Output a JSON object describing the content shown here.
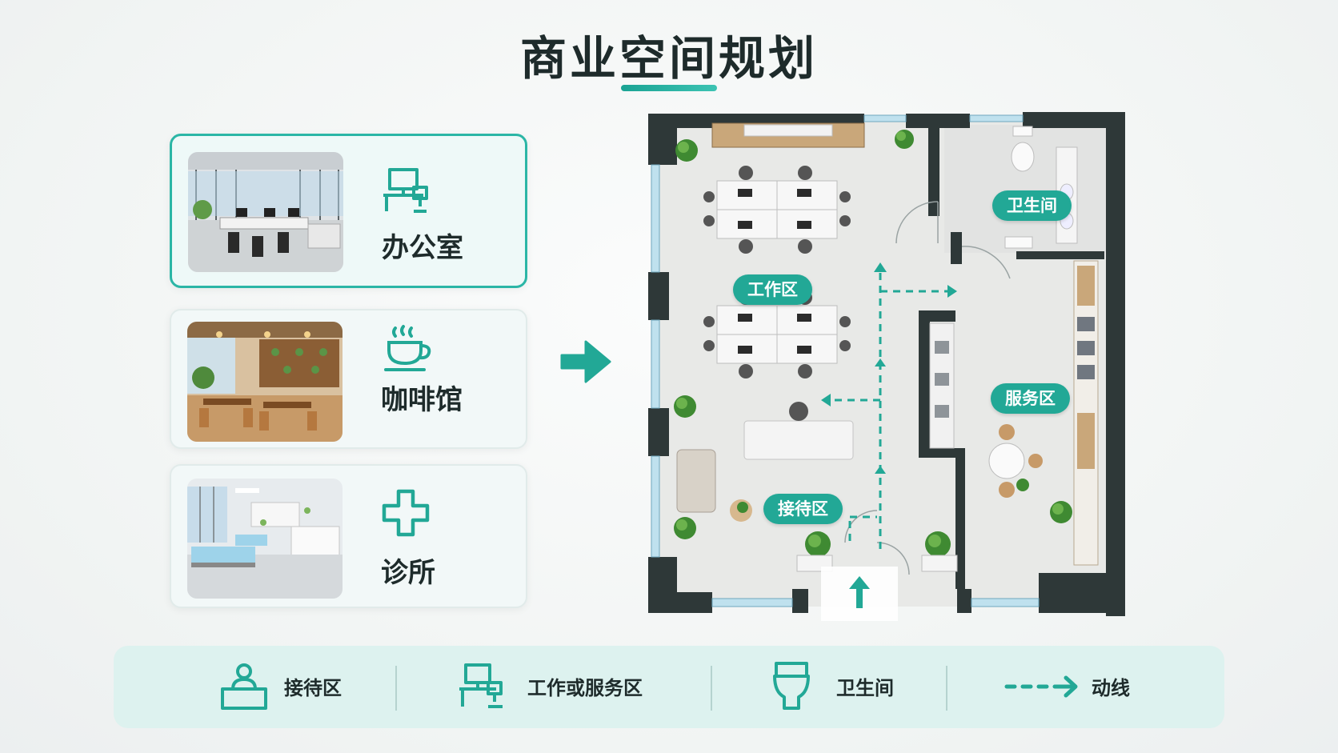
{
  "title": "商业空间规划",
  "cards": [
    {
      "label": "办公室",
      "icon": "workstation-icon",
      "active": true
    },
    {
      "label": "咖啡馆",
      "icon": "coffee-cup-icon",
      "active": false
    },
    {
      "label": "诊所",
      "icon": "medical-cross-icon",
      "active": false
    }
  ],
  "zones": {
    "work": "工作区",
    "toilet": "卫生间",
    "service": "服务区",
    "reception": "接待区"
  },
  "legend": [
    {
      "label": "接待区",
      "icon": "reception-desk-icon"
    },
    {
      "label": "工作或服务区",
      "icon": "workstation-icon"
    },
    {
      "label": "卫生间",
      "icon": "toilet-icon"
    },
    {
      "label": "动线",
      "icon": "dashed-arrow-icon"
    }
  ],
  "colors": {
    "accent": "#22a896",
    "wall": "#2f3a3a",
    "floor": "#e9eae8"
  }
}
